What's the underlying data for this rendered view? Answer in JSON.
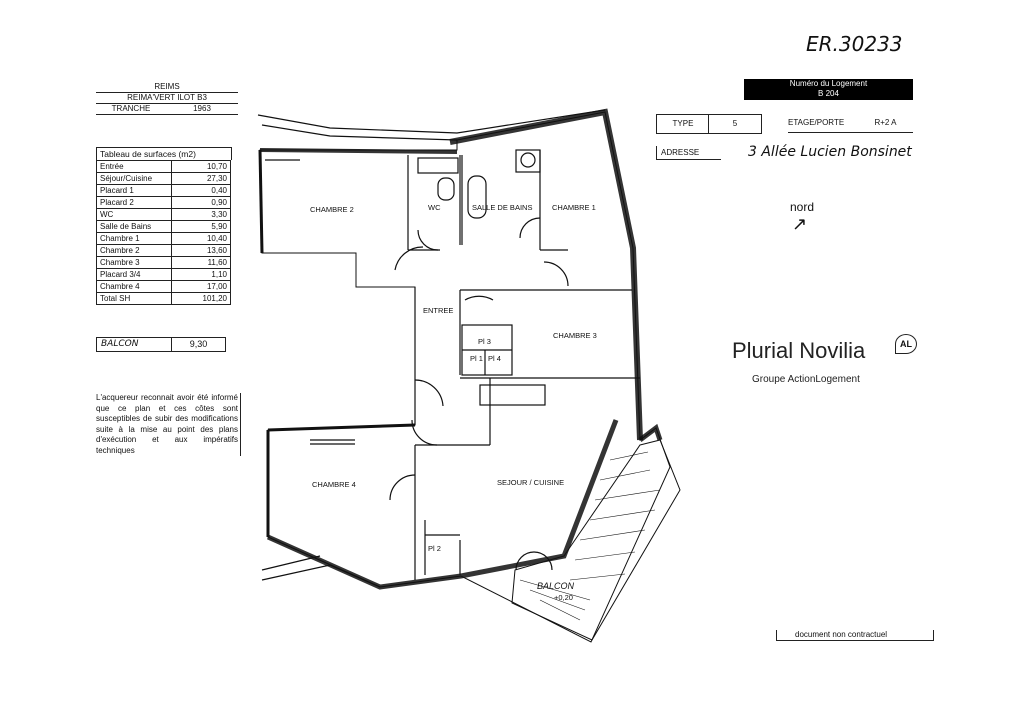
{
  "doc_reference": "ER.30233",
  "project": {
    "city": "REIMS",
    "program": "REIMA'VERT ILOT B3",
    "tranche_label": "TRANCHE",
    "tranche_value": "1963"
  },
  "surfaces": {
    "title": "Tableau de surfaces (m2)",
    "rows": [
      {
        "label": "Entrée",
        "value": "10,70"
      },
      {
        "label": "Séjour/Cuisine",
        "value": "27,30"
      },
      {
        "label": "Placard 1",
        "value": "0,40"
      },
      {
        "label": "Placard 2",
        "value": "0,90"
      },
      {
        "label": "WC",
        "value": "3,30"
      },
      {
        "label": "Salle de Bains",
        "value": "5,90"
      },
      {
        "label": "Chambre 1",
        "value": "10,40"
      },
      {
        "label": "Chambre 2",
        "value": "13,60"
      },
      {
        "label": "Chambre 3",
        "value": "11,60"
      },
      {
        "label": "Placard 3/4",
        "value": "1,10"
      },
      {
        "label": "Chambre 4",
        "value": "17,00"
      },
      {
        "label": "Total SH",
        "value": "101,20"
      }
    ]
  },
  "balcony": {
    "label": "BALCON",
    "value": "9,30"
  },
  "disclaimer": "L'acquereur reconnait avoir été informé que ce plan et ces côtes sont susceptibles de subir des modifications suite à la mise au point des plans d'exécution et aux impératifs techniques",
  "logement": {
    "header": "Numéro du Logement",
    "number": "B 204",
    "type_label": "TYPE",
    "type_value": "5",
    "floor_label": "ETAGE/PORTE",
    "floor_value": "R+2 A",
    "address_label": "ADRESSE",
    "address_value": "3 Allée Lucien Bonsinet"
  },
  "north": {
    "label": "nord",
    "arrow": "↗"
  },
  "brand": {
    "name": "Plurial Novilia",
    "badge": "AL",
    "tagline": "Groupe ActionLogement"
  },
  "plan_labels": {
    "chambre2": "CHAMBRE 2",
    "wc": "WC",
    "sdb": "SALLE DE BAINS",
    "chambre1": "CHAMBRE 1",
    "entree": "ENTREE",
    "chambre3": "CHAMBRE 3",
    "pl1": "Pl 1",
    "pl34": "Pl 4",
    "pl3": "Pl 3",
    "chambre4": "CHAMBRE 4",
    "sejour": "SEJOUR / CUISINE",
    "pl2": "Pl 2",
    "balcon": "BALCON",
    "balcon_area": "+0,20"
  },
  "footer": "document non contractuel"
}
